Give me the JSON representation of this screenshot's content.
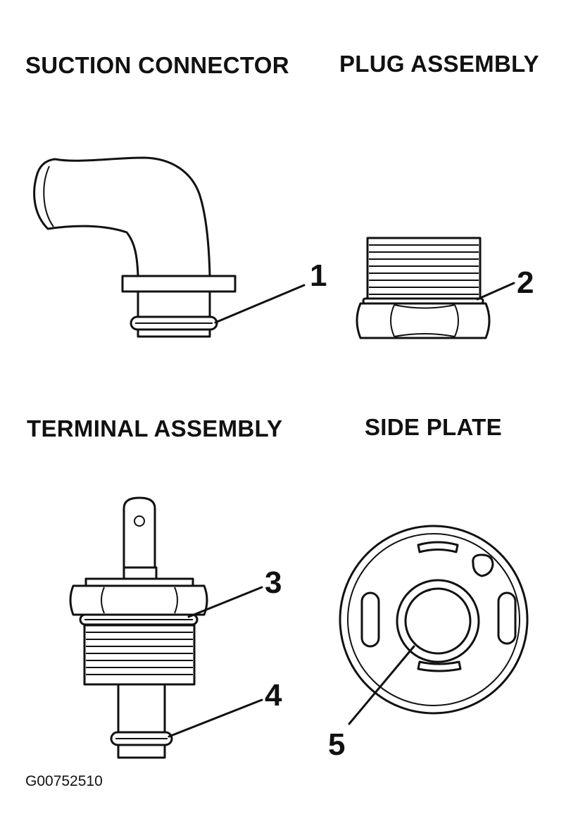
{
  "titles": {
    "suction": "SUCTION CONNECTOR",
    "plug": "PLUG ASSEMBLY",
    "terminal": "TERMINAL ASSEMBLY",
    "side": "SIDE PLATE"
  },
  "callouts": [
    "1",
    "2",
    "3",
    "4",
    "5"
  ],
  "figure_code": "G00752510"
}
